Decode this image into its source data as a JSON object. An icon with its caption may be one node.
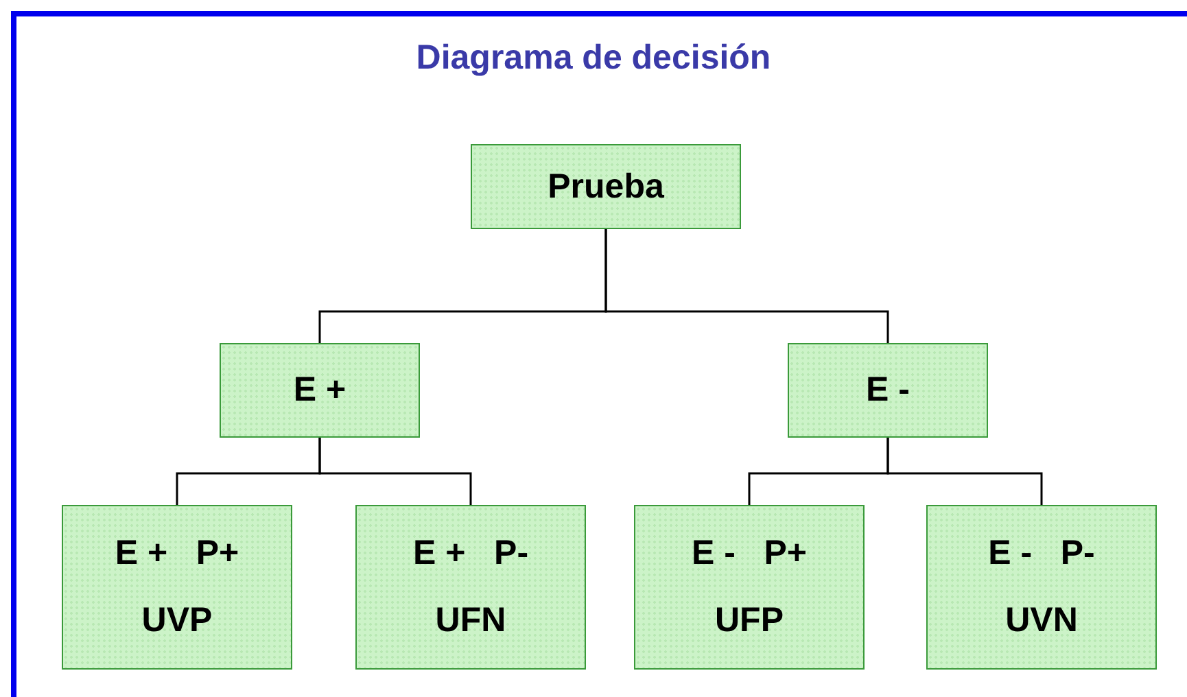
{
  "diagram": {
    "title": "Diagrama de decisión",
    "nodes": [
      {
        "text": [
          "Prueba"
        ]
      },
      {
        "text": [
          "E +"
        ]
      },
      {
        "text": [
          "E -"
        ]
      },
      {
        "text": [
          "E +   P+",
          "UVP"
        ]
      },
      {
        "text": [
          "E +   P-",
          "UFN"
        ]
      },
      {
        "text": [
          "E -   P+",
          "UFP"
        ]
      },
      {
        "text": [
          "E -   P-",
          "UVN"
        ]
      }
    ],
    "edges": [
      {
        "from": 0,
        "to": 1,
        "arrow": "none"
      },
      {
        "from": 0,
        "to": 2,
        "arrow": "none"
      },
      {
        "from": 1,
        "to": 3,
        "arrow": "none"
      },
      {
        "from": 1,
        "to": 4,
        "arrow": "none"
      },
      {
        "from": 2,
        "to": 5,
        "arrow": "none"
      },
      {
        "from": 2,
        "to": 6,
        "arrow": "none"
      }
    ]
  }
}
